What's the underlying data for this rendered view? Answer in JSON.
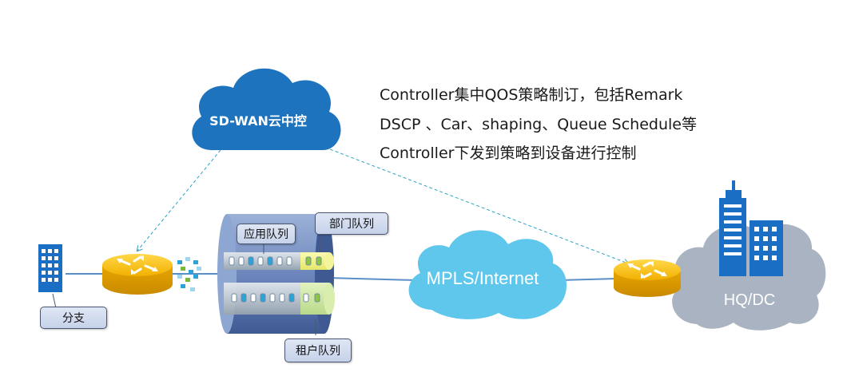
{
  "controller": {
    "label": "SD-WAN云中控"
  },
  "description": {
    "line1": "Controller集中QOS策略制订，包括Remark",
    "line2": "DSCP 、Car、shaping、Queue Schedule等",
    "line3": "Controller下发到策略到设备进行控制"
  },
  "branch": {
    "label": "分支"
  },
  "queues": {
    "application": "应用队列",
    "department": "部门队列",
    "tenant": "租户队列"
  },
  "network": {
    "label": "MPLS/Internet"
  },
  "hq": {
    "label": "HQ/DC"
  },
  "colors": {
    "controller_cloud": "#1e73be",
    "network_cloud": "#5fc6ec",
    "hq_cloud": "#a9b3c2",
    "router": "#f5b400",
    "building": "#1a6fc4",
    "link": "#5a8fc7",
    "dashed": "#2aa3c6"
  }
}
